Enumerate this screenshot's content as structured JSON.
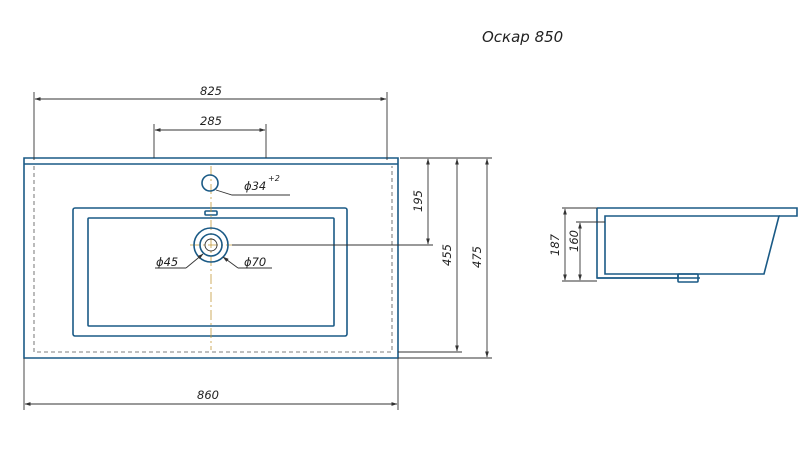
{
  "title": "Оскар 850",
  "dimensions": {
    "width_top": "825",
    "tap_spacing": "285",
    "width_bottom": "860",
    "tap_hole": "ϕ34",
    "tap_hole_tol": "+2",
    "drain_inner": "ϕ45",
    "drain_outer": "ϕ70",
    "depth_to_drain": "195",
    "depth_inner": "455",
    "depth_total": "475",
    "side_height_total": "187",
    "side_height_bowl": "160"
  },
  "colors": {
    "outline": "#1a5a86",
    "dimension_lines": "#333333",
    "center_axis": "#c49a3a"
  }
}
